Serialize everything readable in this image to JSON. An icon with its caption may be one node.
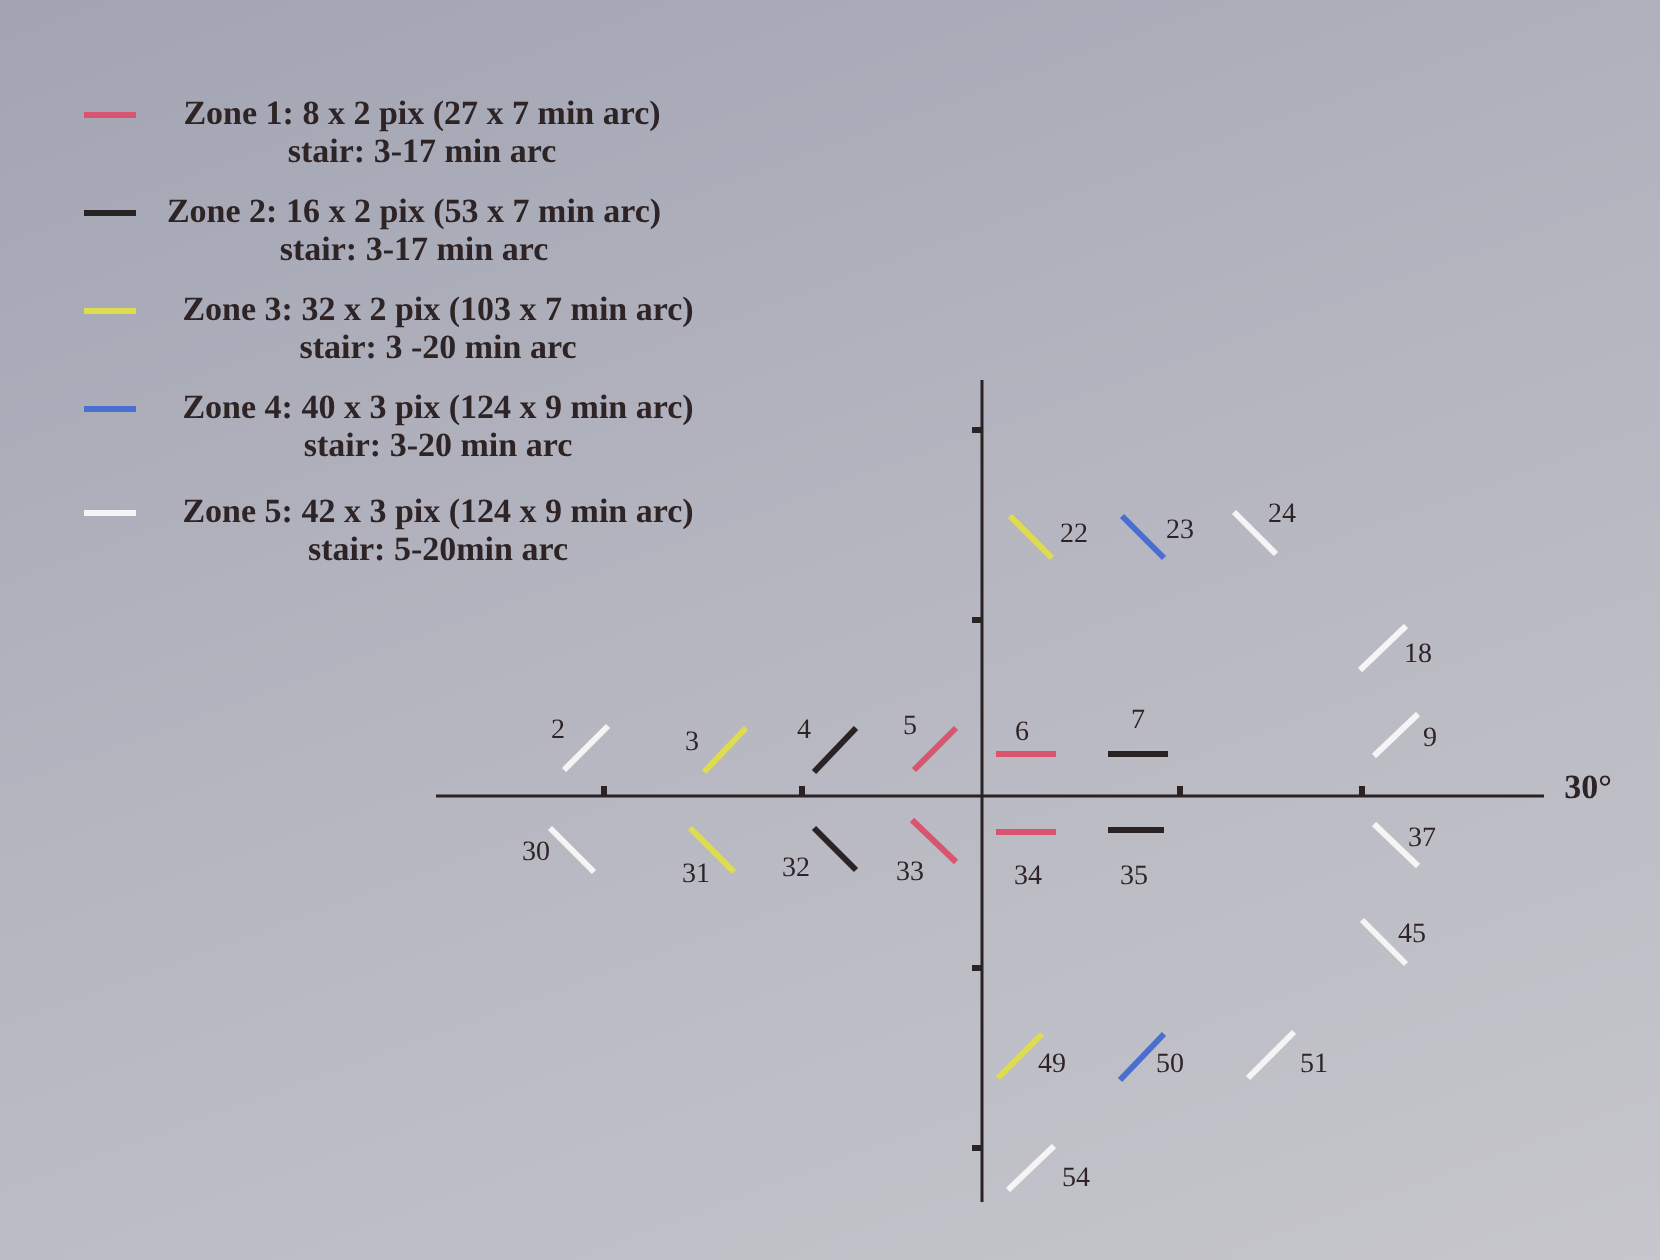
{
  "diagram": {
    "labels": [
      "22",
      "23",
      "24",
      "18",
      "2",
      "3",
      "4",
      "5",
      "6",
      "7",
      "9",
      "30°",
      "30",
      "31",
      "32",
      "33",
      "34",
      "35",
      "37",
      "45",
      "49",
      "50",
      "51",
      "54"
    ],
    "legend": [
      {
        "text": "Zone 1: 8 x 2 pix (27 x 7 min arc) stair: 3-17 min arc",
        "color": "#d9546e"
      },
      {
        "text": "Zone 2: 16 x 2 pix (53 x 7 min arc) stair: 3-17 min arc",
        "color": "#2b2224"
      },
      {
        "text": "Zone 3: 32 x 2 pix (103 x 7 min arc) stair: 3 -20 min arc",
        "color": "#e0dc50"
      },
      {
        "text": "Zone 4: 40 x 3 pix (124 x 9 min arc) stair: 3-20 min arc",
        "color": "#4a6fd0"
      },
      {
        "text": "Zone 5: 42 x 3 pix (124 x 9 min arc) stair: 5-20min arc",
        "color": "#f5f5f5"
      }
    ]
  }
}
